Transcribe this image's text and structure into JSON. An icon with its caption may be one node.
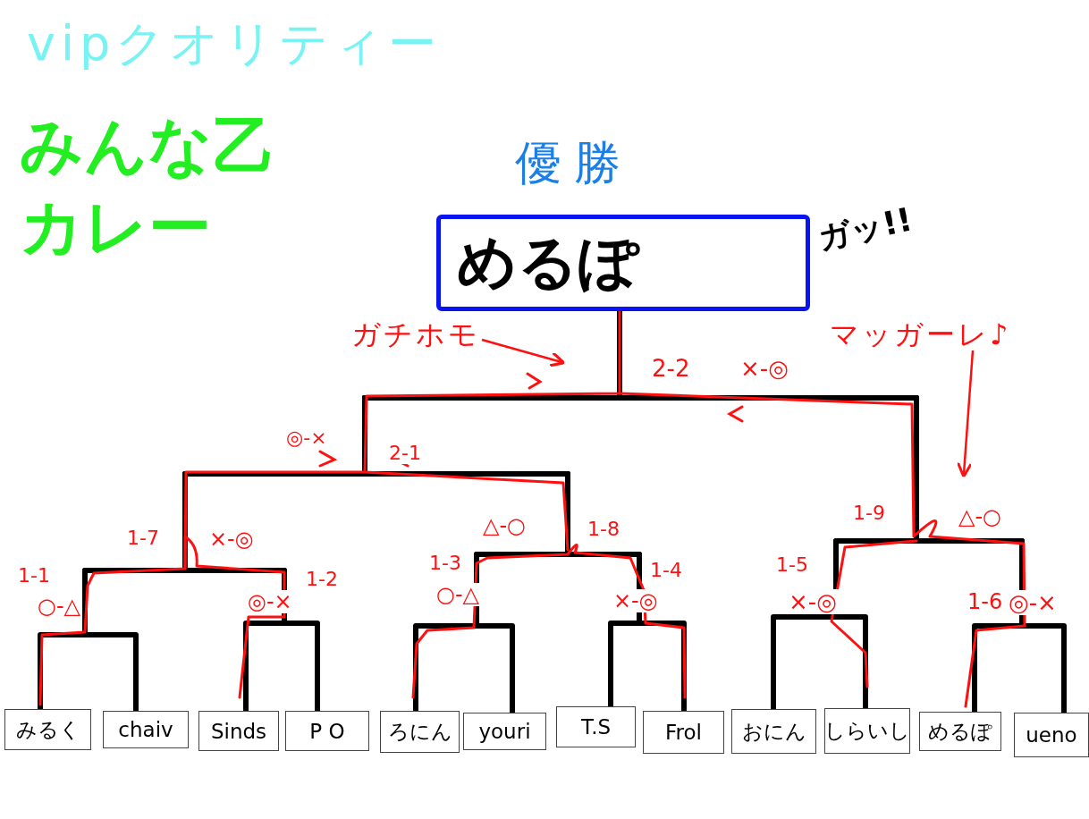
{
  "diagram": {
    "title": "vipクオリティー",
    "nodes": [
      {
        "text": [
          "優勝",
          "めるぽ"
        ],
        "beside": [
          "ガッ!!"
        ]
      },
      {
        "text": [
          "みるく"
        ]
      },
      {
        "text": [
          "chaiv"
        ]
      },
      {
        "text": [
          "Sinds"
        ]
      },
      {
        "text": [
          "P O"
        ]
      },
      {
        "text": [
          "ろにん"
        ]
      },
      {
        "text": [
          "youri"
        ]
      },
      {
        "text": [
          "T.S"
        ]
      },
      {
        "text": [
          "Frol"
        ]
      },
      {
        "text": [
          "おにん"
        ]
      },
      {
        "text": [
          "しらいし"
        ]
      },
      {
        "text": [
          "めるぽ"
        ]
      },
      {
        "text": [
          "ueno"
        ]
      },
      {
        "text": [
          "ガチホモ"
        ]
      },
      {
        "text": [
          "マッガーレ♪"
        ]
      }
    ],
    "edges": [
      {
        "from": 1,
        "to": 0,
        "arrow": "none"
      },
      {
        "from": 2,
        "to": 0,
        "arrow": "none"
      },
      {
        "from": 3,
        "to": 0,
        "arrow": "none"
      },
      {
        "from": 4,
        "to": 0,
        "arrow": "none"
      },
      {
        "from": 5,
        "to": 0,
        "arrow": "none"
      },
      {
        "from": 6,
        "to": 0,
        "arrow": "none"
      },
      {
        "from": 7,
        "to": 0,
        "arrow": "none"
      },
      {
        "from": 8,
        "to": 0,
        "arrow": "none"
      },
      {
        "from": 9,
        "to": 0,
        "arrow": "none"
      },
      {
        "from": 10,
        "to": 0,
        "arrow": "none"
      },
      {
        "from": 11,
        "to": 0,
        "arrow": "none"
      },
      {
        "from": 12,
        "to": 0,
        "arrow": "none"
      },
      {
        "from": 13,
        "to": null,
        "arrow": "to",
        "color": "#ff1010"
      },
      {
        "from": 14,
        "to": null,
        "arrow": "to",
        "color": "#ff1010"
      }
    ],
    "labels": [
      "みんな乙カレー",
      "2-2",
      "×-◎",
      "◎-×",
      "2-1",
      "1-9",
      "△-○",
      "△-○",
      "1-8",
      "1-7",
      "×-◎",
      "1-3",
      "1-1",
      "1-2",
      "1-4",
      "1-5",
      "○-△",
      "◎-×",
      "○-△",
      "×-◎",
      "×-◎",
      "1-6",
      "◎-×"
    ]
  }
}
